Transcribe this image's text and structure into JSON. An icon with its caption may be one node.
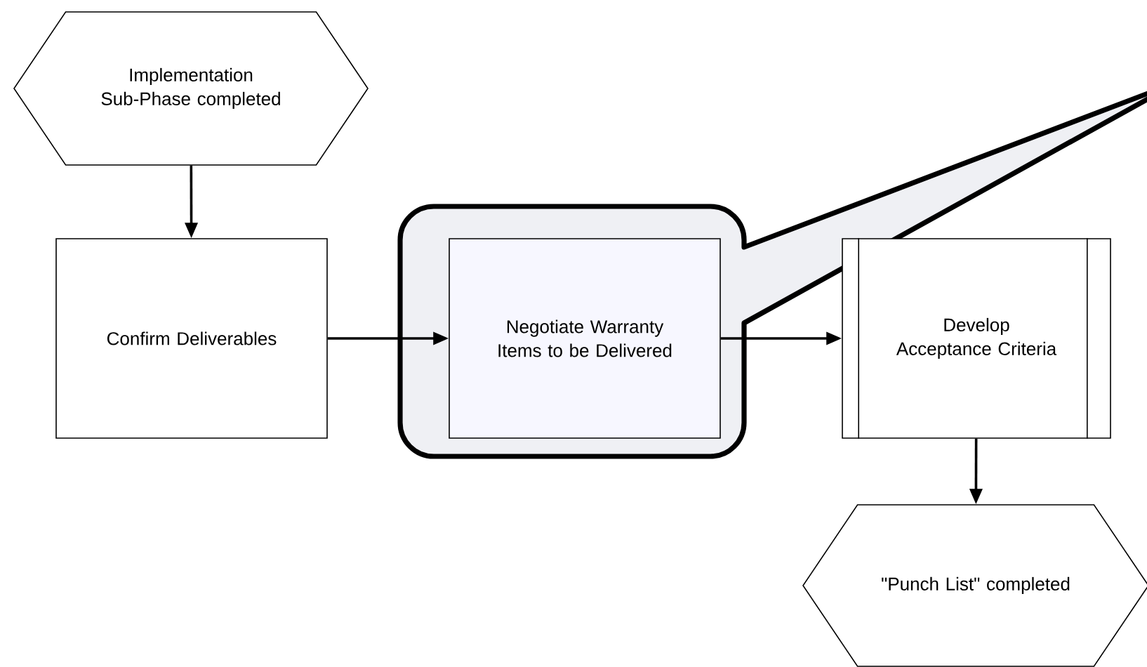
{
  "diagram": {
    "nodes": [
      {
        "text": [
          "Implementation Sub-Phase completed"
        ]
      },
      {
        "text": [
          "Confirm Deliverables"
        ]
      },
      {
        "text": [
          "Negotiate Warranty Items to be Delivered"
        ]
      },
      {
        "text": [
          "Develop Acceptance Criteria"
        ]
      },
      {
        "text": [
          "\"Punch List\" completed"
        ]
      }
    ],
    "edges": [
      {
        "from": 0,
        "to": 1,
        "arrow": "to"
      },
      {
        "from": 1,
        "to": 2,
        "arrow": "to"
      },
      {
        "from": 2,
        "to": 3,
        "arrow": "to"
      },
      {
        "from": 3,
        "to": 4,
        "arrow": "to"
      }
    ]
  }
}
